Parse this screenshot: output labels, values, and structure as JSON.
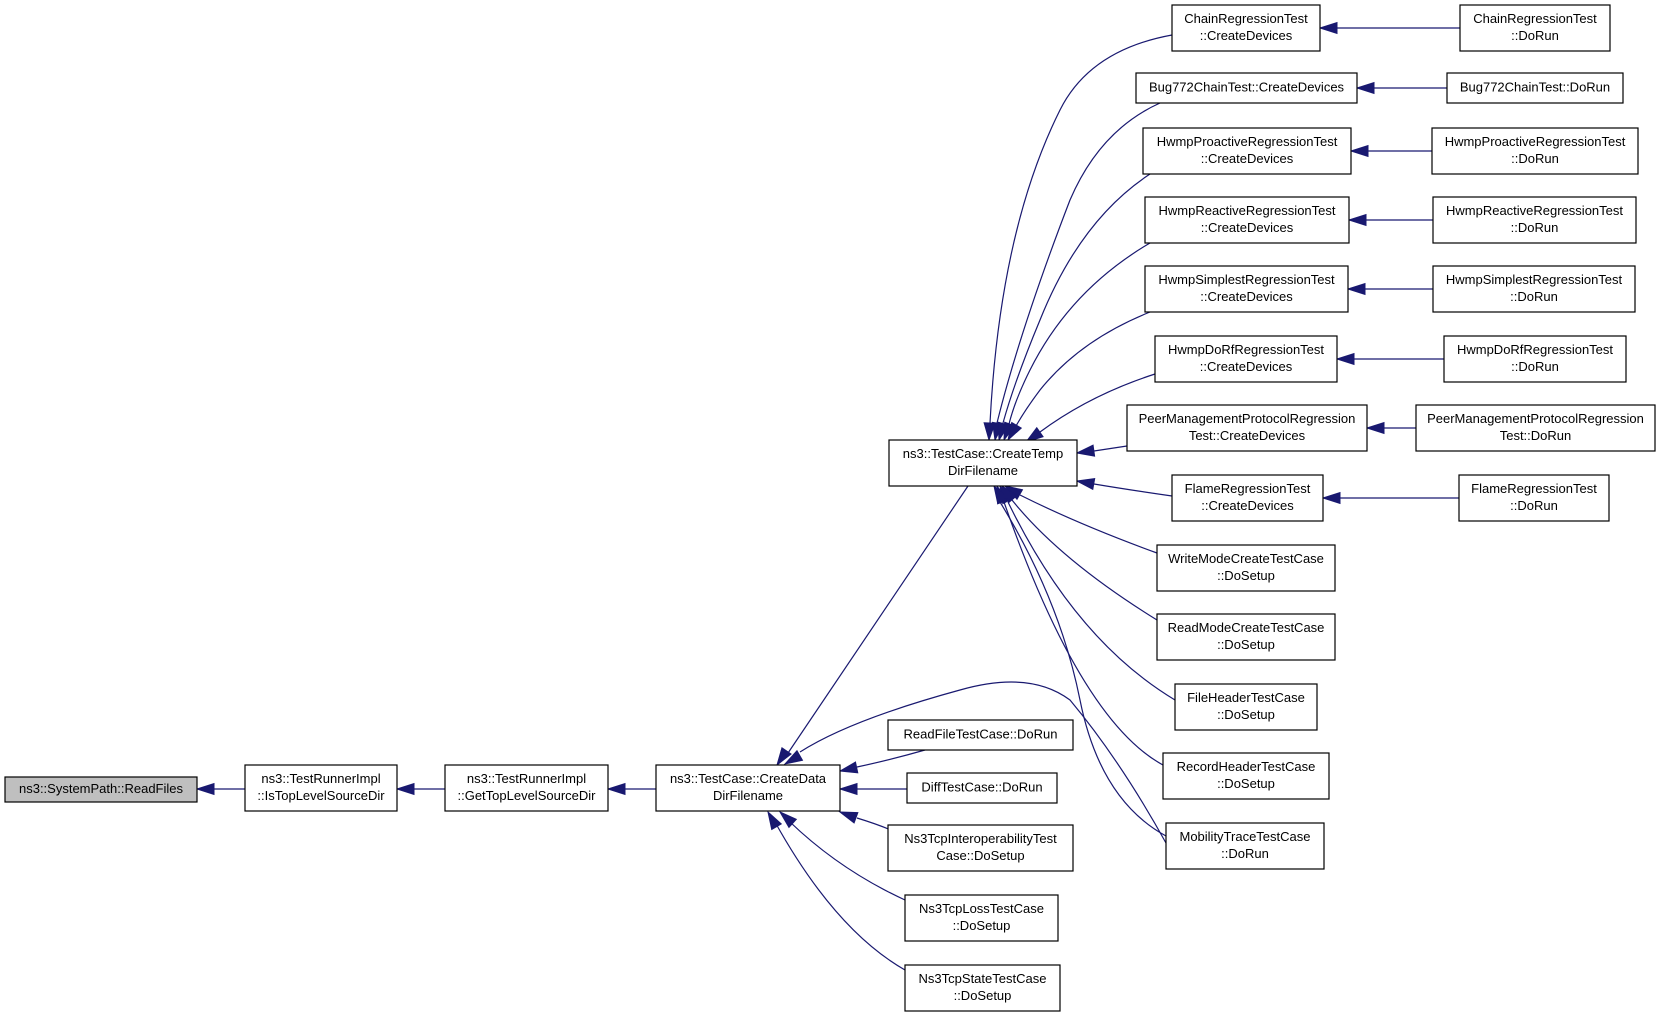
{
  "colors": {
    "edge": "#191970",
    "root_fill": "#bfbfbf",
    "node_fill": "#ffffff",
    "node_stroke": "#000000"
  },
  "nodes": [
    {
      "id": "readfiles",
      "lines": [
        "ns3::SystemPath::ReadFiles"
      ]
    },
    {
      "id": "istoplevel",
      "lines": [
        "ns3::TestRunnerImpl",
        "::IsTopLevelSourceDir"
      ]
    },
    {
      "id": "gettoplevel",
      "lines": [
        "ns3::TestRunnerImpl",
        "::GetTopLevelSourceDir"
      ]
    },
    {
      "id": "createdata",
      "lines": [
        "ns3::TestCase::CreateData",
        "DirFilename"
      ]
    },
    {
      "id": "createtemp",
      "lines": [
        "ns3::TestCase::CreateTemp",
        "DirFilename"
      ]
    },
    {
      "id": "readfiletc",
      "lines": [
        "ReadFileTestCase::DoRun"
      ]
    },
    {
      "id": "difftc",
      "lines": [
        "DiffTestCase::DoRun"
      ]
    },
    {
      "id": "ns3tcpinterop",
      "lines": [
        "Ns3TcpInteroperabilityTest",
        "Case::DoSetup"
      ]
    },
    {
      "id": "ns3tcploss",
      "lines": [
        "Ns3TcpLossTestCase",
        "::DoSetup"
      ]
    },
    {
      "id": "ns3tcpstate",
      "lines": [
        "Ns3TcpStateTestCase",
        "::DoSetup"
      ]
    },
    {
      "id": "chain_cd",
      "lines": [
        "ChainRegressionTest",
        "::CreateDevices"
      ]
    },
    {
      "id": "bug772_cd",
      "lines": [
        "Bug772ChainTest::CreateDevices"
      ]
    },
    {
      "id": "hwmpproactive_cd",
      "lines": [
        "HwmpProactiveRegressionTest",
        "::CreateDevices"
      ]
    },
    {
      "id": "hwmpreactive_cd",
      "lines": [
        "HwmpReactiveRegressionTest",
        "::CreateDevices"
      ]
    },
    {
      "id": "hwmpsimplest_cd",
      "lines": [
        "HwmpSimplestRegressionTest",
        "::CreateDevices"
      ]
    },
    {
      "id": "hwmpdorf_cd",
      "lines": [
        "HwmpDoRfRegressionTest",
        "::CreateDevices"
      ]
    },
    {
      "id": "peermgmt_cd",
      "lines": [
        "PeerManagementProtocolRegression",
        "Test::CreateDevices"
      ]
    },
    {
      "id": "flame_cd",
      "lines": [
        "FlameRegressionTest",
        "::CreateDevices"
      ]
    },
    {
      "id": "writemode",
      "lines": [
        "WriteModeCreateTestCase",
        "::DoSetup"
      ]
    },
    {
      "id": "readmode",
      "lines": [
        "ReadModeCreateTestCase",
        "::DoSetup"
      ]
    },
    {
      "id": "fileheader",
      "lines": [
        "FileHeaderTestCase",
        "::DoSetup"
      ]
    },
    {
      "id": "recordheader",
      "lines": [
        "RecordHeaderTestCase",
        "::DoSetup"
      ]
    },
    {
      "id": "mobilitytrace",
      "lines": [
        "MobilityTraceTestCase",
        "::DoRun"
      ]
    },
    {
      "id": "chain_dr",
      "lines": [
        "ChainRegressionTest",
        "::DoRun"
      ]
    },
    {
      "id": "bug772_dr",
      "lines": [
        "Bug772ChainTest::DoRun"
      ]
    },
    {
      "id": "hwmpproactive_dr",
      "lines": [
        "HwmpProactiveRegressionTest",
        "::DoRun"
      ]
    },
    {
      "id": "hwmpreactive_dr",
      "lines": [
        "HwmpReactiveRegressionTest",
        "::DoRun"
      ]
    },
    {
      "id": "hwmpsimplest_dr",
      "lines": [
        "HwmpSimplestRegressionTest",
        "::DoRun"
      ]
    },
    {
      "id": "hwmpdorf_dr",
      "lines": [
        "HwmpDoRfRegressionTest",
        "::DoRun"
      ]
    },
    {
      "id": "peermgmt_dr",
      "lines": [
        "PeerManagementProtocolRegression",
        "Test::DoRun"
      ]
    },
    {
      "id": "flame_dr",
      "lines": [
        "FlameRegressionTest",
        "::DoRun"
      ]
    }
  ],
  "edges": [
    {
      "from": "istoplevel",
      "to": "readfiles"
    },
    {
      "from": "gettoplevel",
      "to": "istoplevel"
    },
    {
      "from": "createdata",
      "to": "gettoplevel"
    },
    {
      "from": "createtemp",
      "to": "createdata"
    },
    {
      "from": "readfiletc",
      "to": "createdata"
    },
    {
      "from": "difftc",
      "to": "createdata"
    },
    {
      "from": "ns3tcpinterop",
      "to": "createdata"
    },
    {
      "from": "ns3tcploss",
      "to": "createdata"
    },
    {
      "from": "ns3tcpstate",
      "to": "createdata"
    },
    {
      "from": "mobilitytrace",
      "to": "createdata"
    },
    {
      "from": "chain_cd",
      "to": "createtemp"
    },
    {
      "from": "bug772_cd",
      "to": "createtemp"
    },
    {
      "from": "hwmpproactive_cd",
      "to": "createtemp"
    },
    {
      "from": "hwmpreactive_cd",
      "to": "createtemp"
    },
    {
      "from": "hwmpsimplest_cd",
      "to": "createtemp"
    },
    {
      "from": "hwmpdorf_cd",
      "to": "createtemp"
    },
    {
      "from": "peermgmt_cd",
      "to": "createtemp"
    },
    {
      "from": "flame_cd",
      "to": "createtemp"
    },
    {
      "from": "writemode",
      "to": "createtemp"
    },
    {
      "from": "readmode",
      "to": "createtemp"
    },
    {
      "from": "fileheader",
      "to": "createtemp"
    },
    {
      "from": "recordheader",
      "to": "createtemp"
    },
    {
      "from": "mobilitytrace",
      "to": "createtemp"
    },
    {
      "from": "chain_dr",
      "to": "chain_cd"
    },
    {
      "from": "bug772_dr",
      "to": "bug772_cd"
    },
    {
      "from": "hwmpproactive_dr",
      "to": "hwmpproactive_cd"
    },
    {
      "from": "hwmpreactive_dr",
      "to": "hwmpreactive_cd"
    },
    {
      "from": "hwmpsimplest_dr",
      "to": "hwmpsimplest_cd"
    },
    {
      "from": "hwmpdorf_dr",
      "to": "hwmpdorf_cd"
    },
    {
      "from": "peermgmt_dr",
      "to": "peermgmt_cd"
    },
    {
      "from": "flame_dr",
      "to": "flame_cd"
    }
  ]
}
